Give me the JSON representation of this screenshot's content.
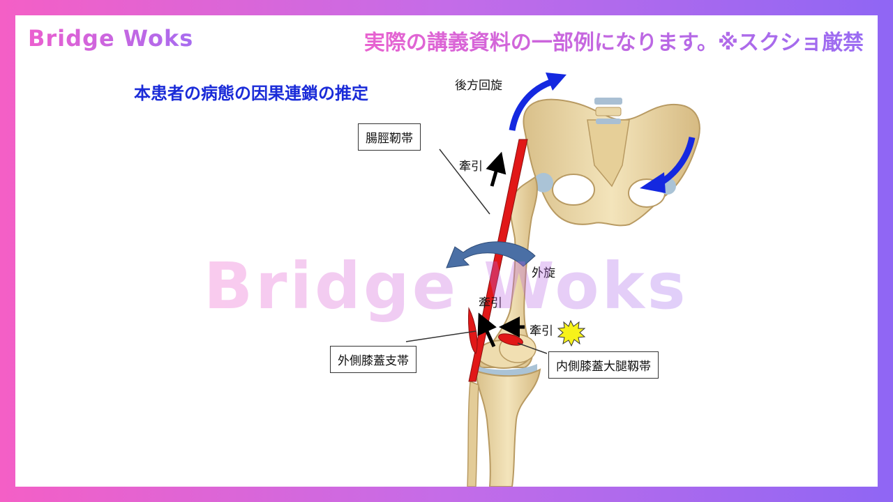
{
  "header": {
    "brand": "Bridge Woks",
    "notice": "実際の講義資料の一部例になります。※スクショ厳禁"
  },
  "diagram": {
    "title": "本患者の病態の因果連鎖の推定",
    "labels": {
      "posterior_rotation": "後方回旋",
      "iliotibial_band": "腸脛靭帯",
      "traction_upper": "牽引",
      "external_rotation": "外旋",
      "traction_middle": "牽引",
      "traction_right": "牽引",
      "lateral_patellar_retinaculum": "外側膝蓋支帯",
      "medial_patellofemoral_ligament": "内側膝蓋大腿靱帯"
    }
  },
  "watermark": "Bridge Woks",
  "colors": {
    "band": "#e11818",
    "rotation_arrow": "#1428e0",
    "external_rotation_arrow": "#4a6fa5",
    "bone": "#eedcae",
    "bone_shadow": "#c9ad78",
    "cartilage": "#aac3d6",
    "pain_star": "#f7f21a"
  }
}
